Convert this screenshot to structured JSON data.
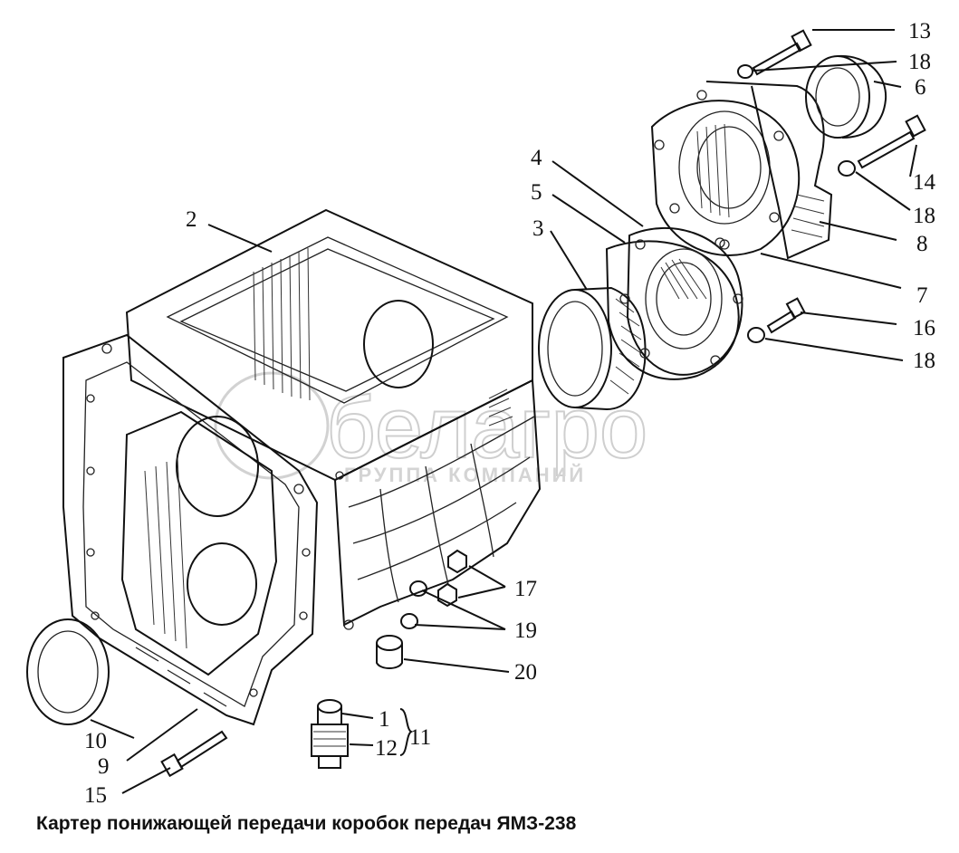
{
  "caption": "Картер понижающей передачи коробок передач ЯМЗ-238",
  "watermark": {
    "brand": "белагро",
    "tagline": "ГРУППА КОМПАНИЙ"
  },
  "callouts": [
    {
      "id": "c13",
      "label": "13"
    },
    {
      "id": "c18a",
      "label": "18"
    },
    {
      "id": "c6",
      "label": "6"
    },
    {
      "id": "c14",
      "label": "14"
    },
    {
      "id": "c18b",
      "label": "18"
    },
    {
      "id": "c8",
      "label": "8"
    },
    {
      "id": "c7",
      "label": "7"
    },
    {
      "id": "c16",
      "label": "16"
    },
    {
      "id": "c18c",
      "label": "18"
    },
    {
      "id": "c4",
      "label": "4"
    },
    {
      "id": "c5",
      "label": "5"
    },
    {
      "id": "c3",
      "label": "3"
    },
    {
      "id": "c2",
      "label": "2"
    },
    {
      "id": "c17",
      "label": "17"
    },
    {
      "id": "c19",
      "label": "19"
    },
    {
      "id": "c20",
      "label": "20"
    },
    {
      "id": "c1",
      "label": "1"
    },
    {
      "id": "c11",
      "label": "11"
    },
    {
      "id": "c12",
      "label": "12"
    },
    {
      "id": "c10",
      "label": "10"
    },
    {
      "id": "c9",
      "label": "9"
    },
    {
      "id": "c15",
      "label": "15"
    }
  ]
}
